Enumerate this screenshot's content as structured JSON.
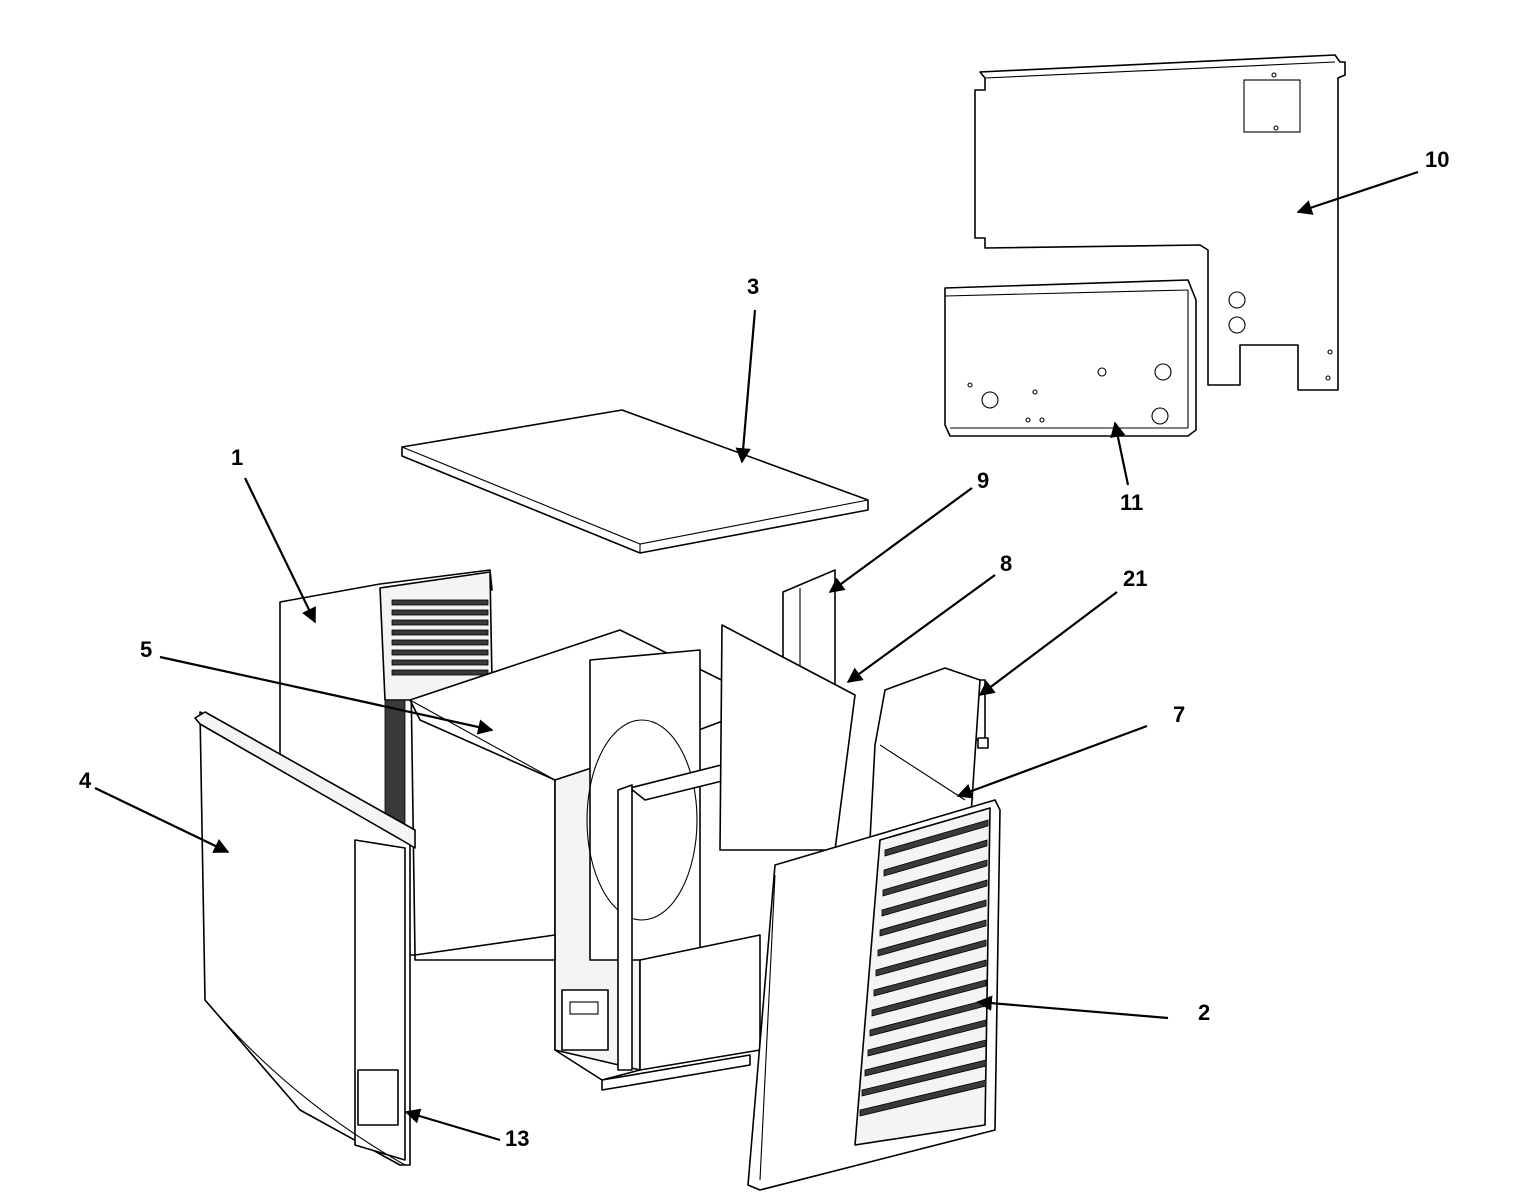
{
  "callouts": {
    "c1": "1",
    "c2": "2",
    "c3": "3",
    "c4": "4",
    "c5": "5",
    "c7": "7",
    "c8": "8",
    "c9": "9",
    "c10": "10",
    "c11": "11",
    "c13": "13",
    "c21": "21"
  }
}
